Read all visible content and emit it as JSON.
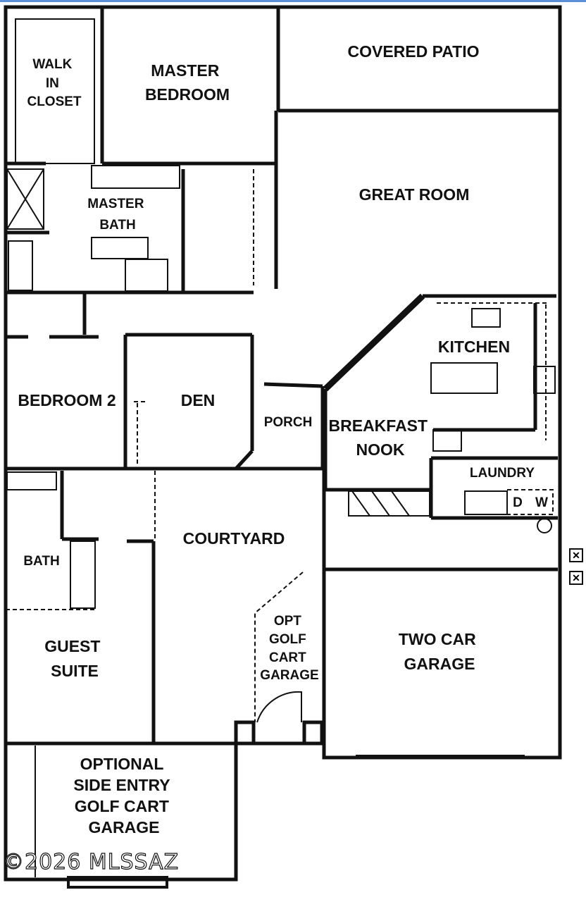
{
  "rooms": {
    "walk_in_closet": [
      "WALK",
      "IN",
      "CLOSET"
    ],
    "master_bedroom": [
      "MASTER",
      "BEDROOM"
    ],
    "covered_patio": "COVERED PATIO",
    "master_bath": [
      "MASTER",
      "BATH"
    ],
    "great_room": "GREAT ROOM",
    "kitchen": "KITCHEN",
    "bedroom_2": "BEDROOM 2",
    "den": "DEN",
    "porch": "PORCH",
    "breakfast_nook": [
      "BREAKFAST",
      "NOOK"
    ],
    "laundry": "LAUNDRY",
    "dryer": "D",
    "washer": "W",
    "courtyard": "COURTYARD",
    "bath": "BATH",
    "opt_golf_cart_garage": [
      "OPT",
      "GOLF",
      "CART",
      "GARAGE"
    ],
    "two_car_garage": [
      "TWO CAR",
      "GARAGE"
    ],
    "guest_suite": [
      "GUEST",
      "SUITE"
    ],
    "optional_side_entry": [
      "OPTIONAL",
      "SIDE ENTRY",
      "GOLF CART",
      "GARAGE"
    ]
  },
  "watermark": "©2026 MLSSAZ",
  "icons": [
    "tools-icon",
    "tools-icon"
  ]
}
